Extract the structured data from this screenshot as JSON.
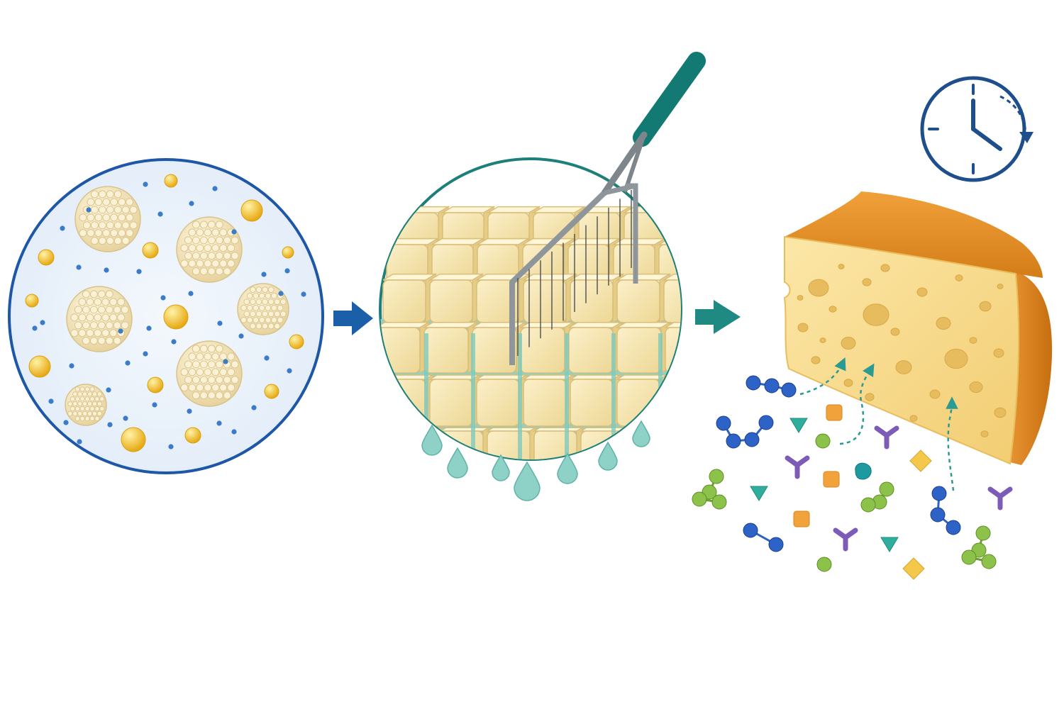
{
  "diagram": {
    "stages": [
      {
        "id": "milk",
        "icon": "milk-micelles-icon"
      },
      {
        "id": "curd",
        "icon": "curd-cutting-icon"
      },
      {
        "id": "aging",
        "icon": "aged-cheese-wedge-icon"
      }
    ],
    "arrows": [
      {
        "from": "milk",
        "to": "curd",
        "icon": "arrow-right-icon",
        "color": "#1B5FA8"
      },
      {
        "from": "curd",
        "to": "aging",
        "icon": "arrow-right-icon",
        "color": "#1F8A82"
      }
    ],
    "timer": {
      "icon": "clock-icon",
      "color": "#1E4E8C"
    },
    "colors": {
      "milk_ring": "#1E56A8",
      "milk_bg": "#E8F1FB",
      "casein": "#F3E7C4",
      "fat_globule": "#F2C21B",
      "whey_protein_dot": "#3A7CC9",
      "curd_ring": "#1D7F79",
      "curd_cube": "#F6E6B4",
      "whey": "#8ED1C6",
      "knife_handle": "#127A72",
      "knife_metal": "#8E969C",
      "cheese_rind": "#E08A22",
      "cheese_paste": "#F6D98A",
      "flavor_blue": "#2D63C7",
      "flavor_green": "#7FB23A",
      "flavor_purple": "#7D5CB8",
      "flavor_orange": "#F2A23A",
      "flavor_teal": "#1C9AA0"
    }
  }
}
